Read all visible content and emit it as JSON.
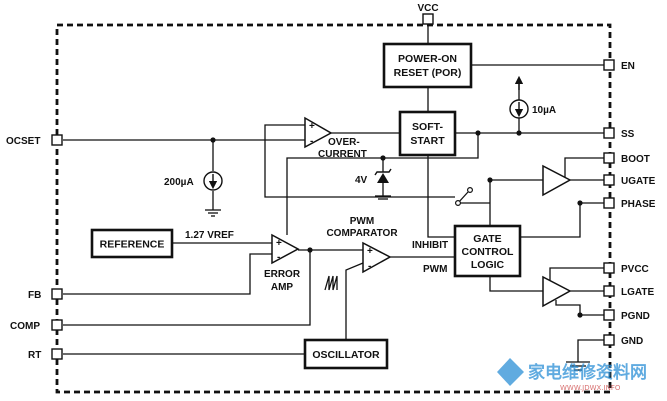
{
  "pins": {
    "vcc": "VCC",
    "en": "EN",
    "ss": "SS",
    "boot": "BOOT",
    "ugate": "UGATE",
    "phase": "PHASE",
    "pvcc": "PVCC",
    "lgate": "LGATE",
    "pgnd": "PGND",
    "gnd": "GND",
    "ocset": "OCSET",
    "fb": "FB",
    "comp": "COMP",
    "rt": "RT"
  },
  "blocks": {
    "por_line1": "POWER-ON",
    "por_line2": "RESET (POR)",
    "soft_line1": "SOFT-",
    "soft_line2": "START",
    "reference": "REFERENCE",
    "gate_line1": "GATE",
    "gate_line2": "CONTROL",
    "gate_line3": "LOGIC",
    "oscillator": "OSCILLATOR"
  },
  "labels": {
    "current_10ua": "10µA",
    "current_200ua": "200µA",
    "zener_4v": "4V",
    "overcurrent_line1": "OVER-",
    "overcurrent_line2": "CURRENT",
    "vref": "1.27 VREF",
    "pwm_comp_line1": "PWM",
    "pwm_comp_line2": "COMPARATOR",
    "error_amp_line1": "ERROR",
    "error_amp_line2": "AMP",
    "inhibit": "INHIBIT",
    "pwm": "PWM",
    "plus": "+",
    "minus": "-"
  },
  "watermark": {
    "main": "家电维修资料网",
    "sub": "WWW.JDWX.INFO"
  }
}
